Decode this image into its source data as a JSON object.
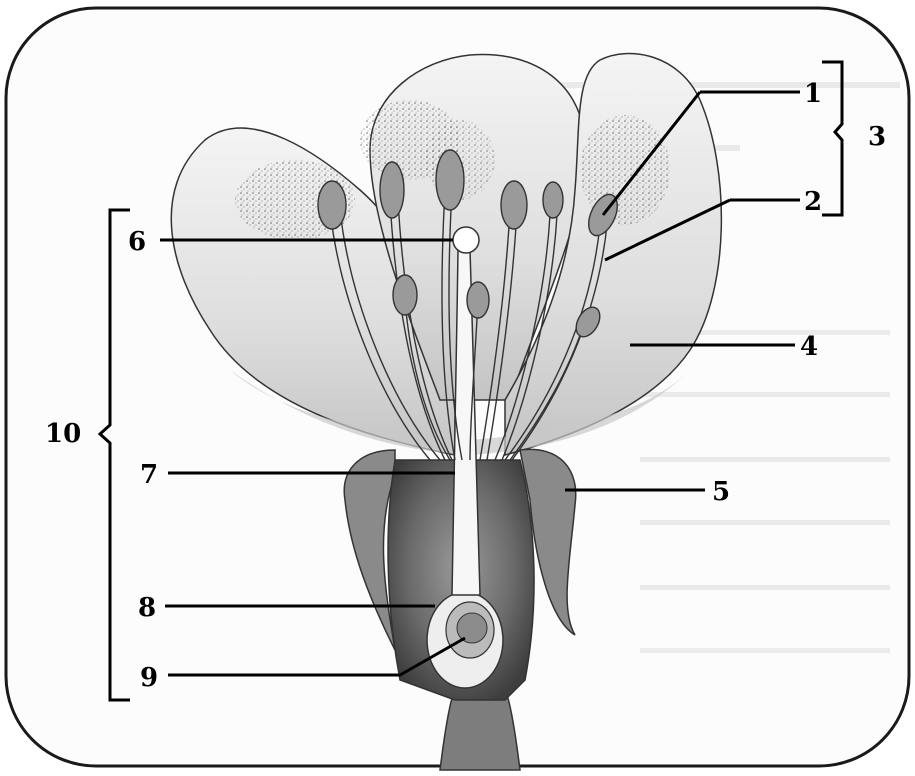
{
  "diagram": {
    "labels": [
      "1",
      "2",
      "3",
      "4",
      "5",
      "6",
      "7",
      "8",
      "9",
      "10"
    ]
  },
  "colors": {
    "border": "#1a1a1a",
    "petal_fill": "#e9e9e9",
    "petal_shade": "#c8c8c8",
    "receptacle": "#8a8a8a",
    "ovary_dark": "#5a5a5a",
    "anther_fill": "#9a9a9a"
  }
}
